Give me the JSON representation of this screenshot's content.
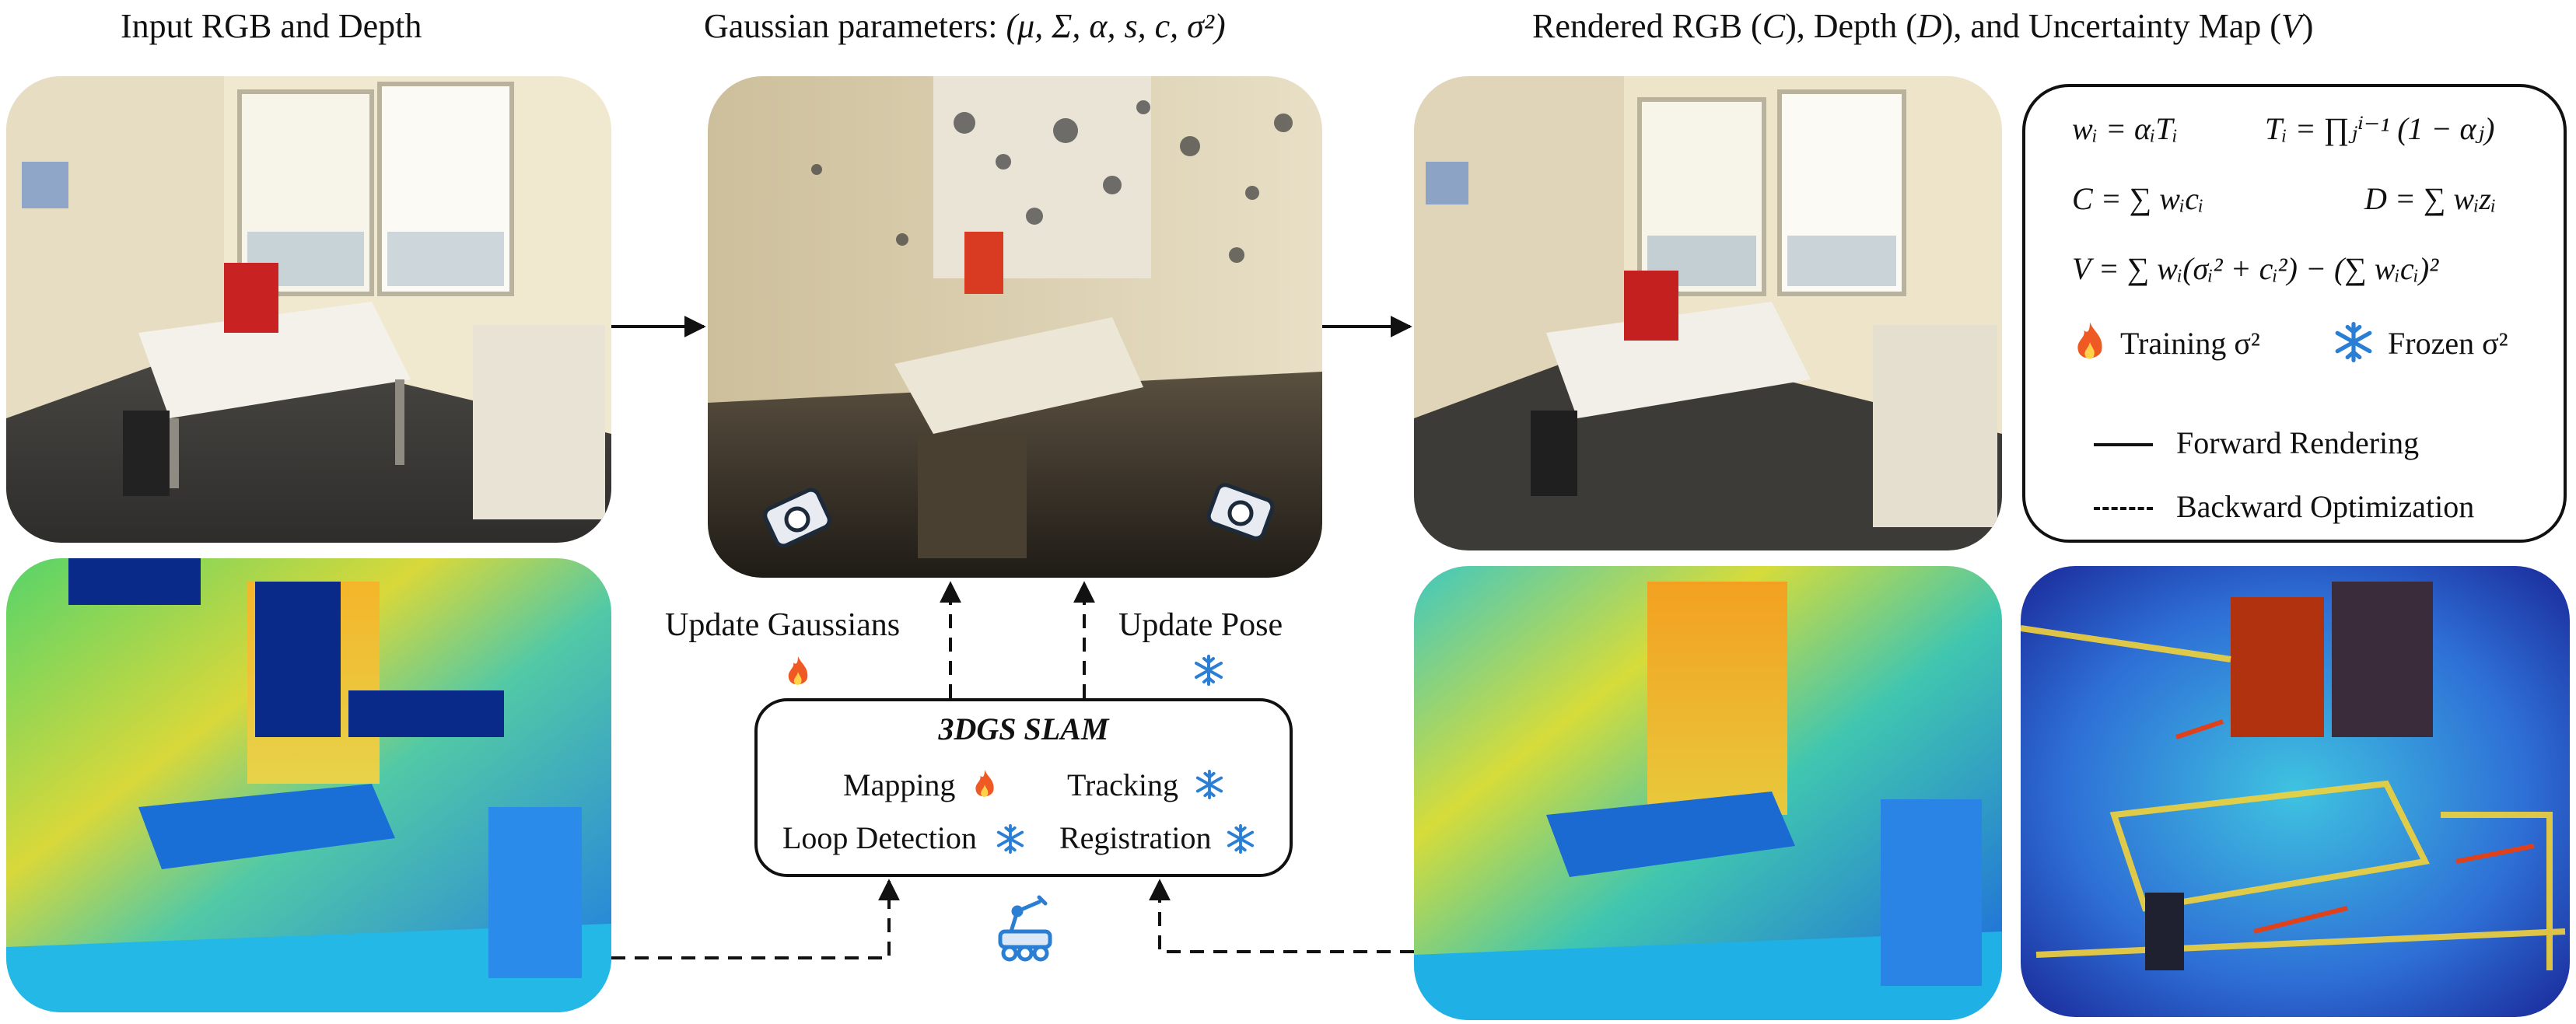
{
  "titles": {
    "input": "Input RGB and Depth",
    "gaussian_prefix": "Gaussian parameters:",
    "gaussian_params": "(μ, Σ, α, s, c, σ²)",
    "rendered_prefix": "Rendered RGB (",
    "rendered_c": "C",
    "rendered_mid1": "),  Depth (",
    "rendered_d": "D",
    "rendered_mid2": "),  and  Uncertainty Map (",
    "rendered_v": "V",
    "rendered_suffix": ")"
  },
  "legend": {
    "eq1": "wᵢ = αᵢTᵢ",
    "eq2": "Tᵢ = ∏ⱼⁱ⁻¹ (1 − αⱼ)",
    "eq3": "C = ∑ wᵢcᵢ",
    "eq4": "D = ∑ wᵢzᵢ",
    "eq5": "V = ∑ wᵢ(σᵢ² + cᵢ²) − (∑ wᵢcᵢ)²",
    "training": "Training σ²",
    "frozen": "Frozen σ²",
    "forward": "Forward Rendering",
    "backward": "Backward Optimization"
  },
  "labels": {
    "update_gaussians": "Update Gaussians",
    "update_pose": "Update Pose"
  },
  "slam": {
    "title": "3DGS SLAM",
    "mapping": "Mapping",
    "tracking": "Tracking",
    "loop": "Loop Detection",
    "registration": "Registration"
  },
  "colors": {
    "flame": "#ef5a24",
    "snow": "#2a7fd4",
    "robot": "#2a7fd4"
  },
  "icons": [
    "flame-icon",
    "snowflake-icon",
    "camera-icon",
    "robot-icon"
  ]
}
